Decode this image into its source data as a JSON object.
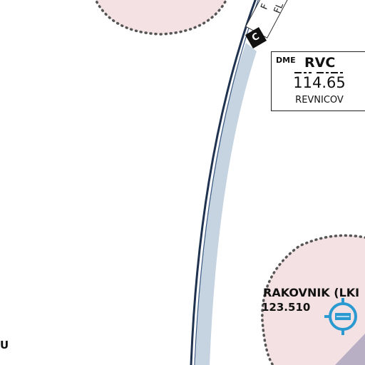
{
  "navaid": {
    "type_label": "DME",
    "ident": "RVC",
    "frequency": "114.65",
    "name": "REVNICOV"
  },
  "airport": {
    "name": "RAKOVNIK (LKI",
    "frequency": "123.510"
  },
  "route": {
    "point_letter": "C",
    "label_a": "F",
    "label_b": "FL"
  },
  "edge": {
    "text": "U"
  },
  "colors": {
    "airspace_fill": "#f4e1e3",
    "airspace_border": "#555555",
    "corridor_fill": "#c6d4e1",
    "corridor_edge": "#1f3350",
    "airport_symbol": "#2a9ad1",
    "terrain": "#b9afc4"
  },
  "icons": {
    "airport": "airport-symbol-icon",
    "reporting_point": "reporting-point-icon"
  }
}
